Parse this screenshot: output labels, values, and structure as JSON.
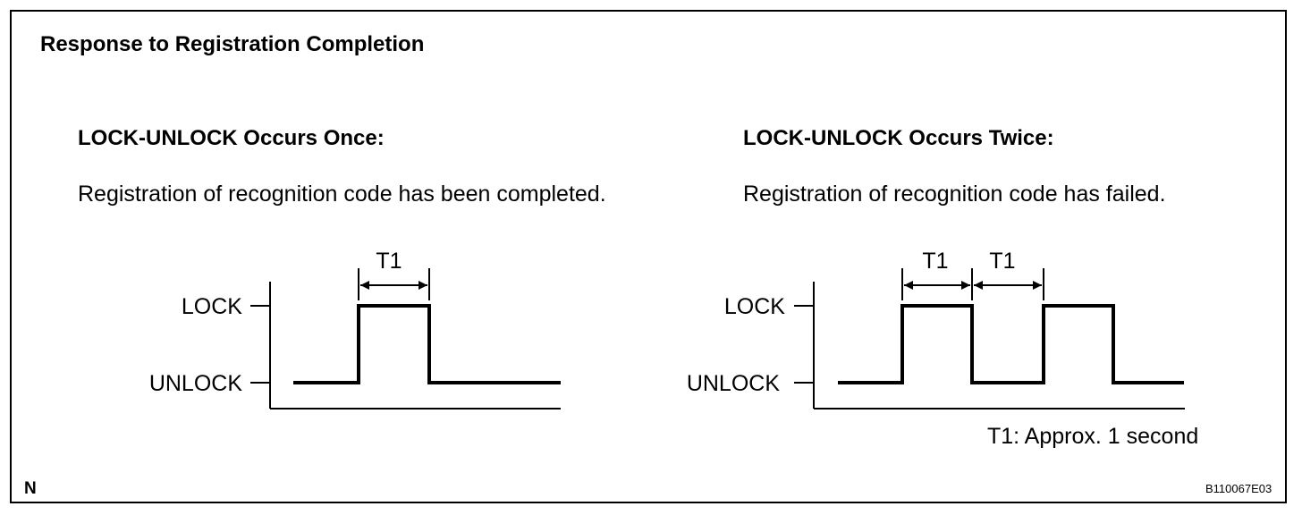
{
  "title": "Response to Registration Completion",
  "cases": [
    {
      "heading": "LOCK-UNLOCK Occurs Once:",
      "description": "Registration of recognition code has been completed.",
      "lock_label": "LOCK",
      "unlock_label": "UNLOCK",
      "pulse_count": 1,
      "pulse_width_label": "T1"
    },
    {
      "heading": "LOCK-UNLOCK Occurs Twice:",
      "description": "Registration of recognition code has failed.",
      "lock_label": "LOCK",
      "unlock_label": "UNLOCK",
      "pulse_count": 2,
      "pulse_width_label": "T1"
    }
  ],
  "note": "T1: Approx. 1 second",
  "corner_letter": "N",
  "figure_code": "B110067E03",
  "colors": {
    "line": "#000000",
    "background": "#ffffff"
  }
}
